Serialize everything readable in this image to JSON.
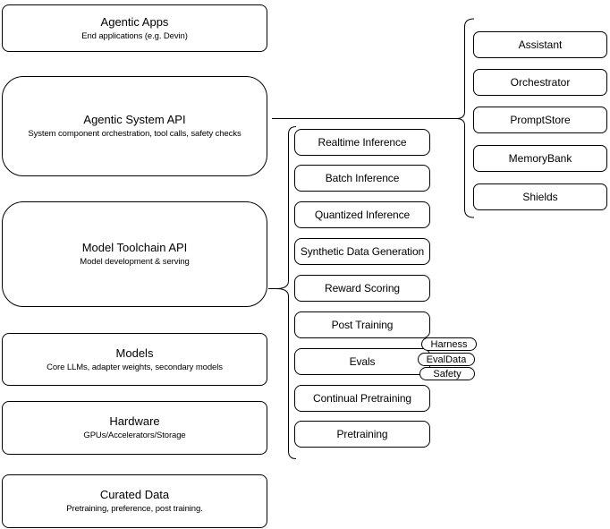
{
  "diagram": {
    "colors": {
      "stroke": "#000000",
      "background": "#ffffff",
      "text": "#000000"
    },
    "layers": [
      {
        "title": "Agentic Apps",
        "subtitle": "End applications (e.g. Devin)"
      },
      {
        "title": "Agentic System API",
        "subtitle": "System component orchestration, tool calls, safety checks"
      },
      {
        "title": "Model Toolchain API",
        "subtitle": "Model development & serving"
      },
      {
        "title": "Models",
        "subtitle": "Core LLMs, adapter weights, secondary models"
      },
      {
        "title": "Hardware",
        "subtitle": "GPUs/Accelerators/Storage"
      },
      {
        "title": "Curated Data",
        "subtitle": "Pretraining, preference, post training."
      }
    ],
    "toolchain_capabilities": [
      "Realtime Inference",
      "Batch Inference",
      "Quantized Inference",
      "Synthetic Data Generation",
      "Reward Scoring",
      "Post Training",
      "Evals",
      "Continual Pretraining",
      "Pretraining"
    ],
    "eval_tags": [
      "Harness",
      "EvalData",
      "Safety"
    ],
    "system_components": [
      "Assistant",
      "Orchestrator",
      "PromptStore",
      "MemoryBank",
      "Shields"
    ]
  }
}
